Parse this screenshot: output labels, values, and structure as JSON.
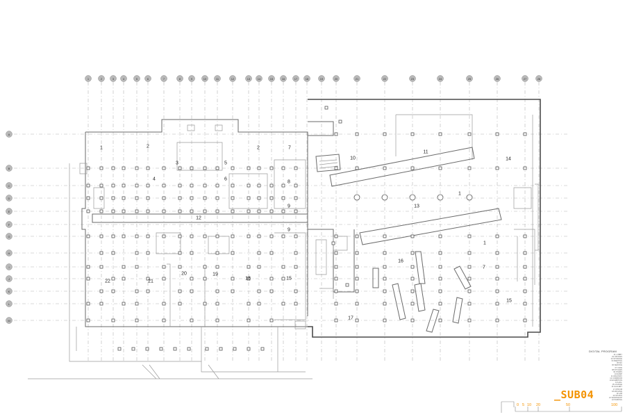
{
  "grid_columns": [
    "1",
    "2",
    "3",
    "4",
    "5",
    "6",
    "7",
    "8",
    "9",
    "10",
    "11",
    "12",
    "13",
    "14",
    "15",
    "16",
    "17",
    "18",
    "19",
    "20",
    "21",
    "22",
    "23",
    "24",
    "25",
    "26",
    "27",
    "28"
  ],
  "grid_rows": [
    "A",
    "B",
    "C",
    "D",
    "E",
    "F",
    "G",
    "H",
    "I",
    "J",
    "K",
    "L",
    "M"
  ],
  "rooms": [
    "1",
    "2",
    "3",
    "4",
    "5",
    "6",
    "2",
    "7",
    "8",
    "9",
    "9",
    "10",
    "11",
    "12",
    "13",
    "14",
    "1",
    "16",
    "7",
    "15",
    "17",
    "18",
    "19",
    "20",
    "21",
    "22",
    "15",
    "1"
  ],
  "legend": {
    "title": "DIGITAL PROGRAM",
    "items": [
      "01 LOBBY",
      "02 OFFICES",
      "03 STORAGE",
      "04 MEETING",
      "05 WC",
      "06 SERVICE",
      "07 CAFE",
      "08 KITCHEN",
      "09 STAIRS",
      "10 RAMP",
      "11 WALKWAY",
      "12 CORRIDOR",
      "13 EXHIBITION",
      "14 HALL",
      "15 LOUNGE",
      "16 GALLERY",
      "17 ATRIUM",
      "18 ARCHIVE",
      "19 LAB",
      "20 STUDIO",
      "21 WORKSHOP",
      "22 PARKING"
    ]
  },
  "logo": "_SUB04",
  "scale": {
    "labels": [
      "0",
      "5",
      "10",
      "20",
      "50",
      "100"
    ]
  },
  "colors": {
    "accent": "#f39200",
    "lines": "#6a6a6a",
    "grid": "#b5b5b5"
  }
}
